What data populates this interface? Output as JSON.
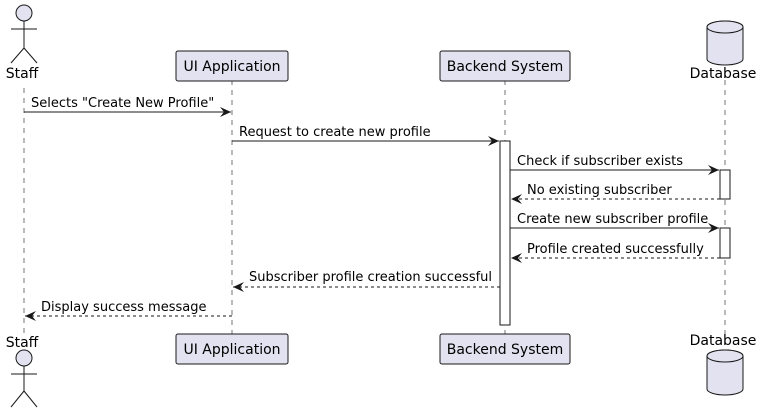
{
  "participants": [
    {
      "id": "staff",
      "kind": "actor",
      "label": "Staff"
    },
    {
      "id": "ui",
      "kind": "box",
      "label": "UI Application"
    },
    {
      "id": "backend",
      "kind": "box",
      "label": "Backend System"
    },
    {
      "id": "db",
      "kind": "database",
      "label": "Database"
    }
  ],
  "messages": [
    {
      "from": "staff",
      "to": "ui",
      "label": "Selects \"Create New Profile\"",
      "style": "solid"
    },
    {
      "from": "ui",
      "to": "backend",
      "label": "Request to create new profile",
      "style": "solid"
    },
    {
      "from": "backend",
      "to": "db",
      "label": "Check if subscriber exists",
      "style": "solid"
    },
    {
      "from": "db",
      "to": "backend",
      "label": "No existing subscriber",
      "style": "dashed"
    },
    {
      "from": "backend",
      "to": "db",
      "label": "Create new subscriber profile",
      "style": "solid"
    },
    {
      "from": "db",
      "to": "backend",
      "label": "Profile created successfully",
      "style": "dashed"
    },
    {
      "from": "backend",
      "to": "ui",
      "label": "Subscriber profile creation successful",
      "style": "dashed"
    },
    {
      "from": "ui",
      "to": "staff",
      "label": "Display success message",
      "style": "dashed"
    }
  ],
  "colors": {
    "participant_fill": "#e2e2f0",
    "participant_border": "#181818",
    "lifeline": "#181818",
    "activation_fill": "#ffffff"
  }
}
